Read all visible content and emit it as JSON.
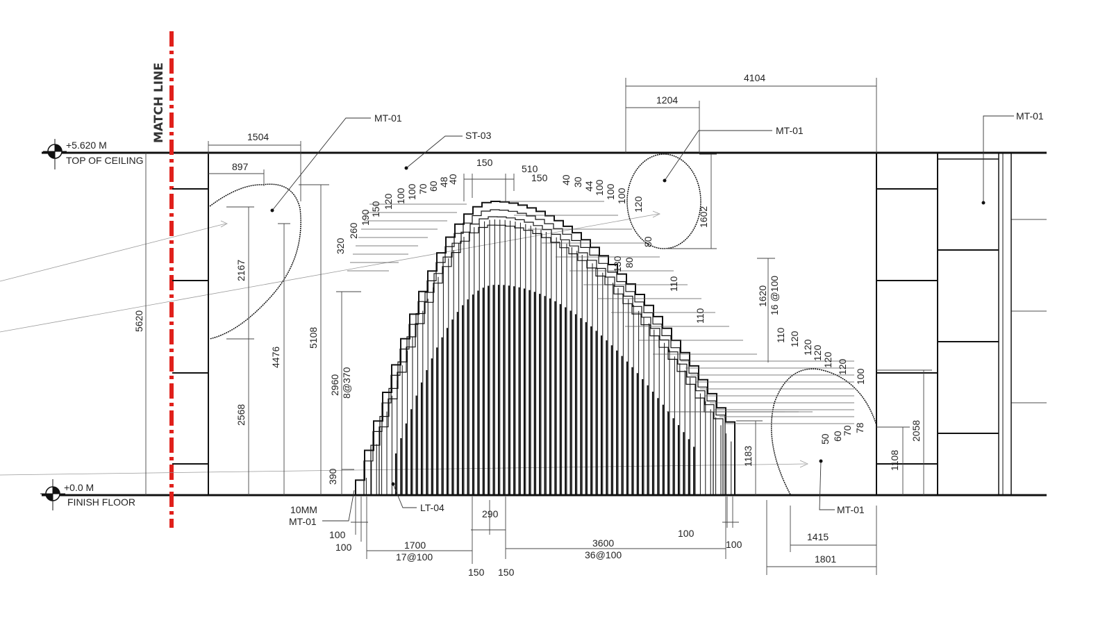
{
  "levels": {
    "ceiling_value": "+5.620 M",
    "ceiling_name": "TOP OF CEILING",
    "floor_value": "+0.0 M",
    "floor_name": "FINISH FLOOR"
  },
  "match_line": "MATCH LINE",
  "tags": {
    "mt01": "MT-01",
    "st03": "ST-03",
    "lt04": "LT-04",
    "tenmm": "10MM"
  },
  "dims": {
    "d1504": "1504",
    "d897": "897",
    "d5620": "5620",
    "d2167": "2167",
    "d4476": "4476",
    "d2568": "2568",
    "d5108": "5108",
    "d2960": "2960",
    "d8at370": "8@370",
    "d390": "390",
    "d320": "320",
    "d260": "260",
    "d190": "190",
    "d150": "150",
    "d120": "120",
    "d100": "100",
    "d70": "70",
    "d60": "60",
    "d48": "48",
    "d40": "40",
    "d510": "510",
    "d30": "30",
    "d44": "44",
    "d80": "80",
    "d130": "130",
    "d4104": "4104",
    "d1204": "1204",
    "d1602": "1602",
    "d1620": "1620",
    "d16at100": "16 @100",
    "d110": "110",
    "d1183": "1183",
    "d50": "50",
    "d78": "78",
    "d2058": "2058",
    "d1108": "1108",
    "d1415": "1415",
    "d1801": "1801",
    "d1700": "1700",
    "d17at100": "17@100",
    "d290": "290",
    "d3600": "3600",
    "d36at100": "36@100"
  },
  "colors": {
    "match_line": "#e0201b",
    "line": "#111111",
    "dim_line": "#555555"
  }
}
